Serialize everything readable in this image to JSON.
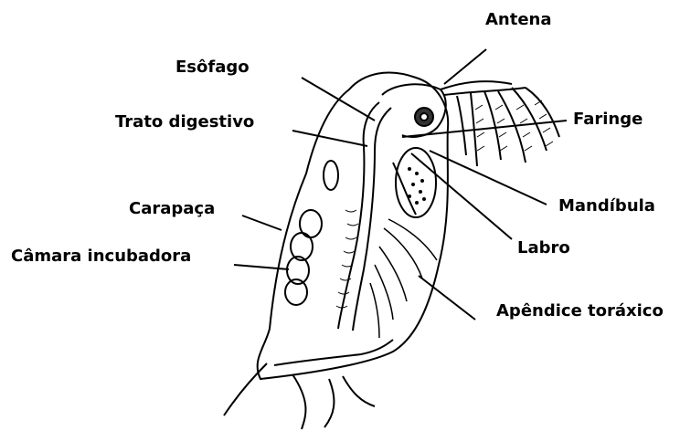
{
  "diagram": {
    "labels": {
      "antena": "Antena",
      "esofago": "Esôfago",
      "trato_digestivo": "Trato digestivo",
      "faringe": "Faringe",
      "carapaca": "Carapaça",
      "mandibula": "Mandíbula",
      "camara_incubadora": "Câmara incubadora",
      "labro": "Labro",
      "apendice_toraxico": "Apêndice toráxico"
    },
    "colors": {
      "line": "#000000",
      "background": "#ffffff"
    }
  }
}
